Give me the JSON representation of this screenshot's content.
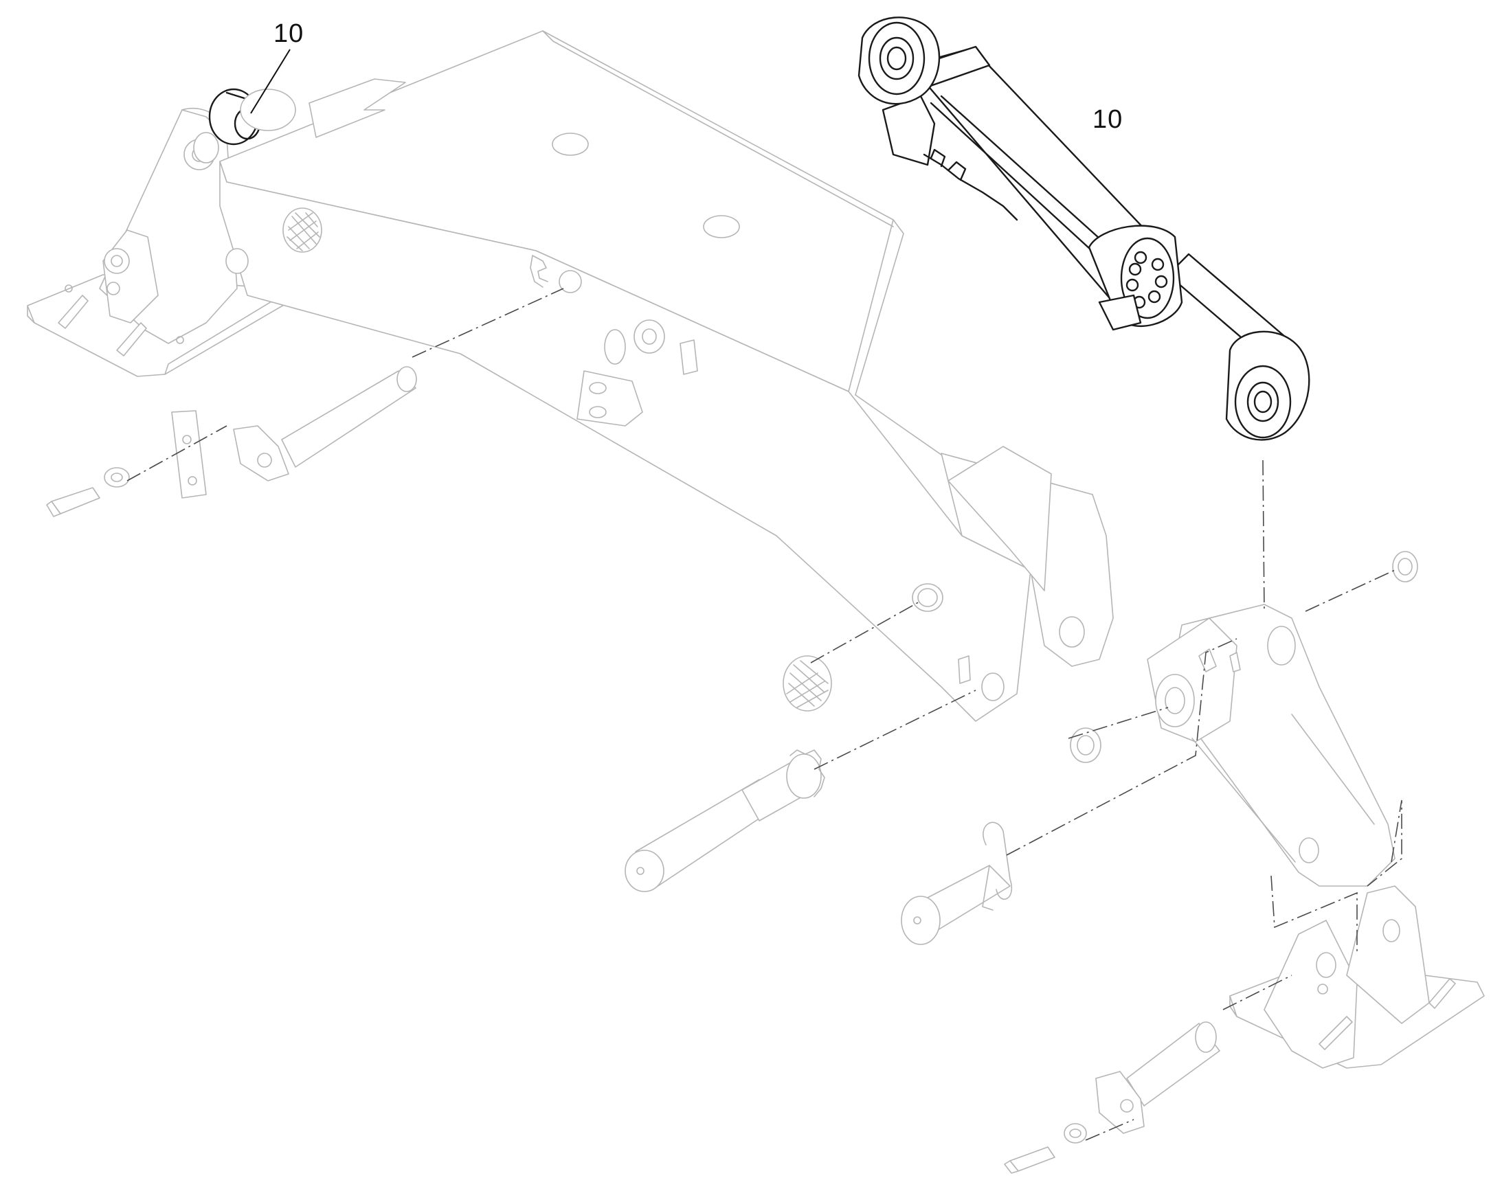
{
  "callouts": [
    {
      "id": "boom-cylinder-callout",
      "label": "10"
    },
    {
      "id": "detail-cylinder-callout",
      "label": "10"
    }
  ],
  "colors": {
    "context_line": "#b5b5b5",
    "highlight_line": "#1a1a1a",
    "axis_line": "#4a4a4a"
  }
}
